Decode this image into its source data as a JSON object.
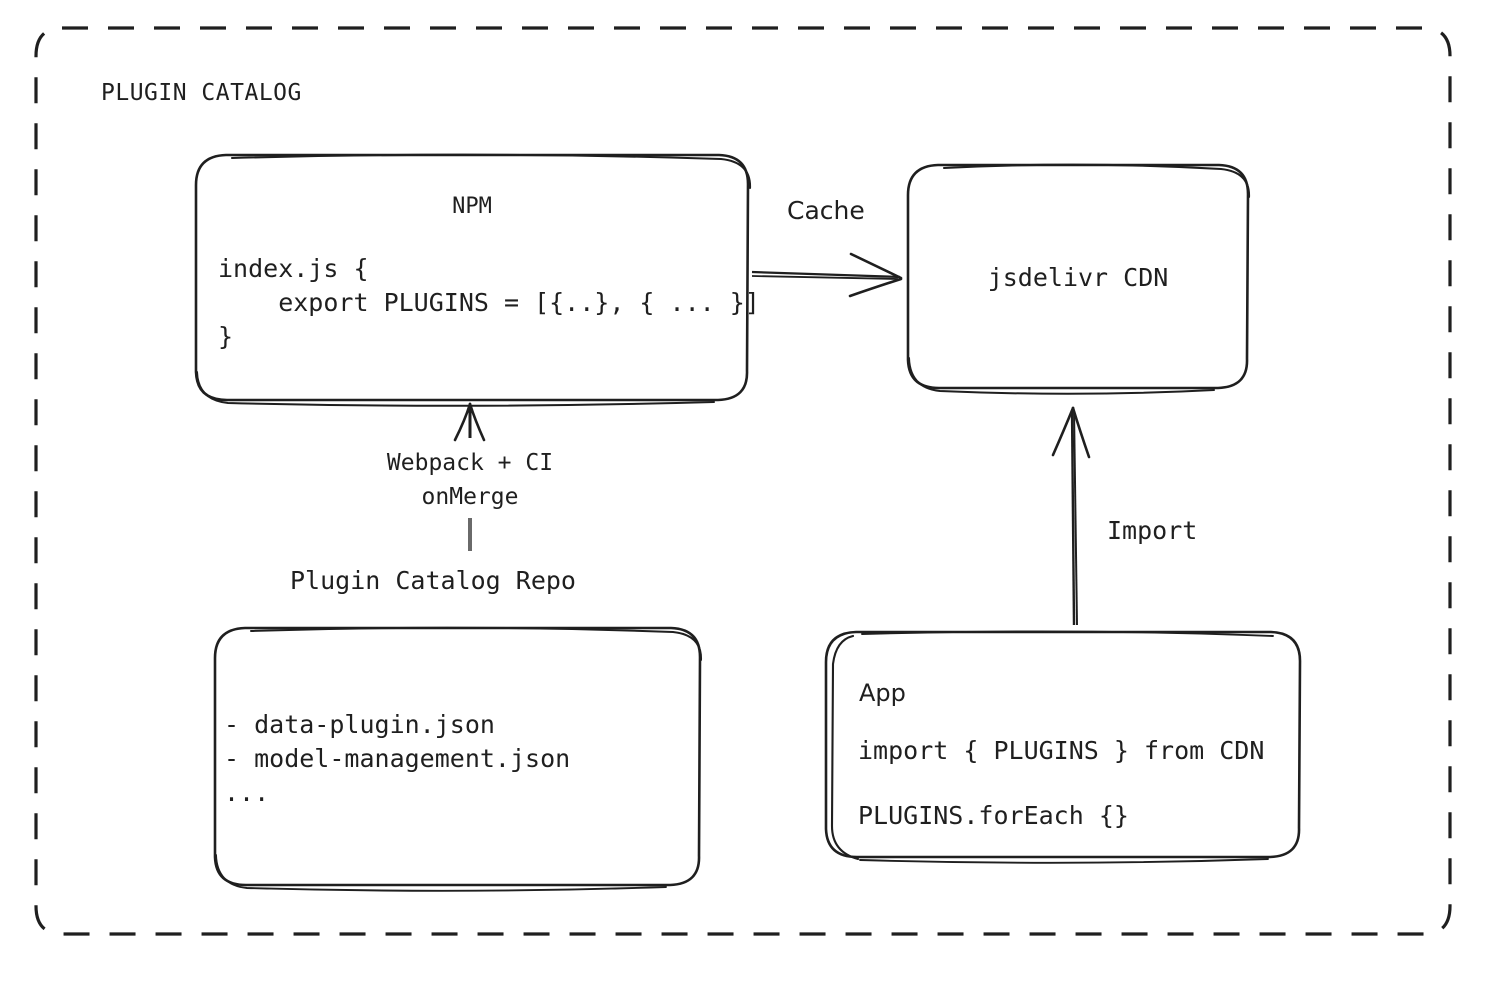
{
  "diagram": {
    "title": "PLUGIN CATALOG",
    "background": "#ffffff",
    "stroke_color": "#1f1f1f",
    "nodes": {
      "npm": {
        "title": "NPM",
        "code": "index.js {\n    export PLUGINS = [{..}, { ... }]\n}"
      },
      "cdn": {
        "title": "jsdelivr CDN"
      },
      "repo": {
        "caption": "Plugin Catalog Repo",
        "files": "- data-plugin.json\n- model-management.json\n..."
      },
      "app": {
        "title": "App",
        "code_line_1": "import { PLUGINS } from CDN",
        "code_line_2": "PLUGINS.forEach {}"
      }
    },
    "edges": {
      "npm_to_cdn": "Cache",
      "repo_to_npm": "Webpack + CI\nonMerge",
      "app_to_cdn": "Import"
    }
  }
}
